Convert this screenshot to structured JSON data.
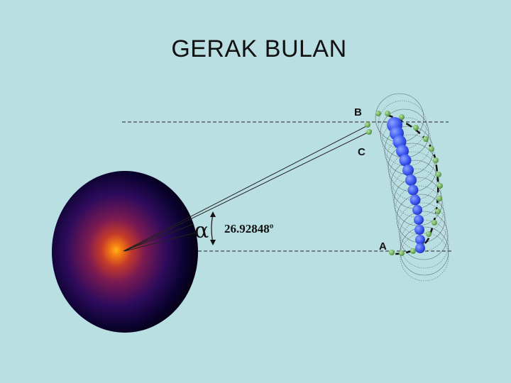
{
  "title": "GERAK BULAN",
  "labels": {
    "point_b": "B",
    "point_c": "C",
    "point_a": "A"
  },
  "angle": {
    "symbol": "α",
    "value": "26.92848º"
  },
  "colors": {
    "background": "#b9dfe3",
    "planet_core": "#ffb21a",
    "planet_edge": "#050012",
    "moon_blue": "#3e5cf2",
    "orbit_dot": "#5aa24a"
  }
}
